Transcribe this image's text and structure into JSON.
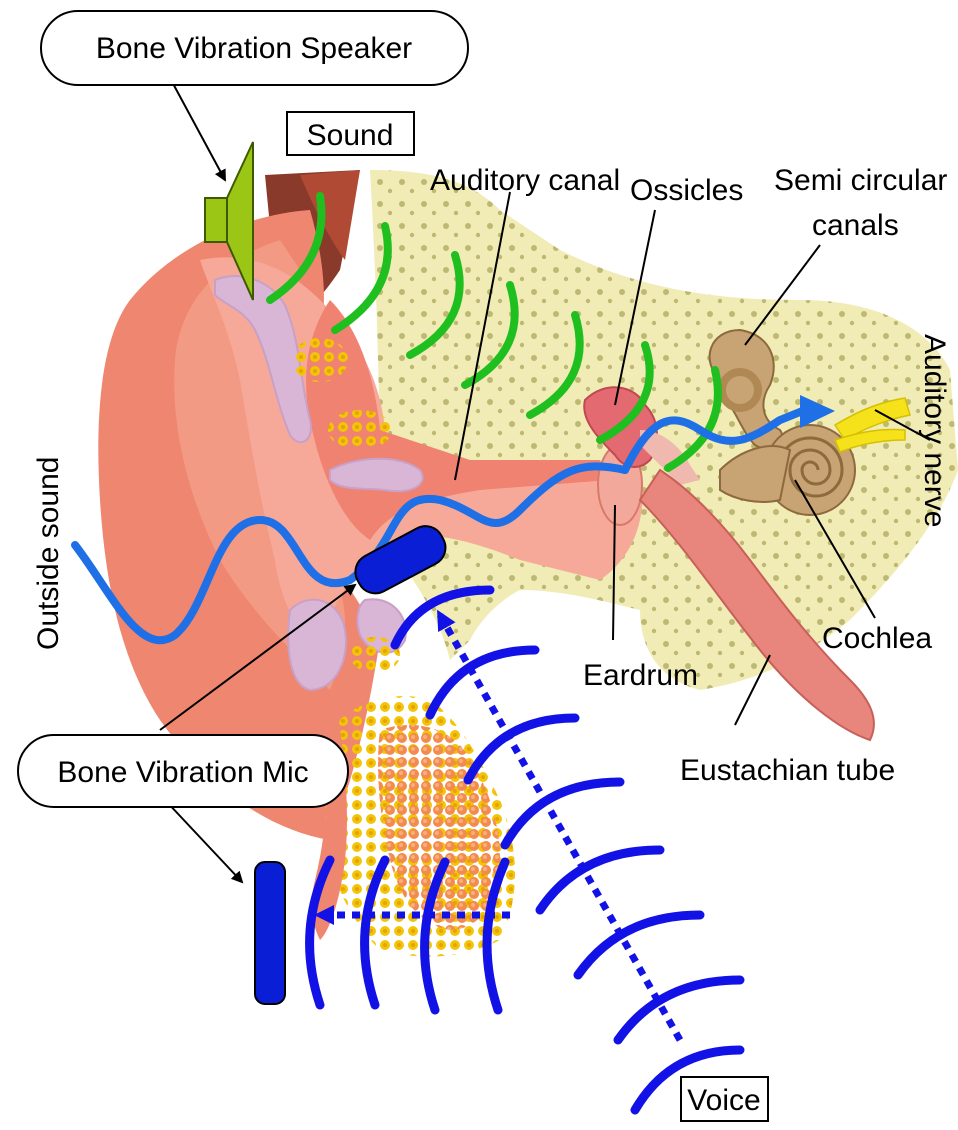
{
  "labels": {
    "bone_vibration_speaker": "Bone Vibration Speaker",
    "sound": "Sound",
    "auditory_canal": "Auditory canal",
    "ossicles": "Ossicles",
    "semi_circular_line1": "Semi circular",
    "semi_circular_line2": "canals",
    "auditory_nerve": "Auditory nerve",
    "outside_sound": "Outside sound",
    "cochlea": "Cochlea",
    "eardrum": "Eardrum",
    "eustachian_tube": "Eustachian tube",
    "bone_vibration_mic": "Bone Vibration Mic",
    "voice": "Voice"
  },
  "colors": {
    "ear_skin": "#ef8670",
    "ear_inner": "#f7a999",
    "bone": "#f1ecb6",
    "bone_dots": "#b7b36a",
    "cartilage": "#d9b6d6",
    "fat": "#f2c40a",
    "tissue": "#f38a4e",
    "speaker": "#9cc616",
    "green_wave": "#1fbf1f",
    "blue_wave": "#1f6fe6",
    "voice_wave": "#1212e6",
    "mic": "#0a1ed6",
    "cochlea": "#c8a373",
    "nerve": "#f5e21a"
  }
}
